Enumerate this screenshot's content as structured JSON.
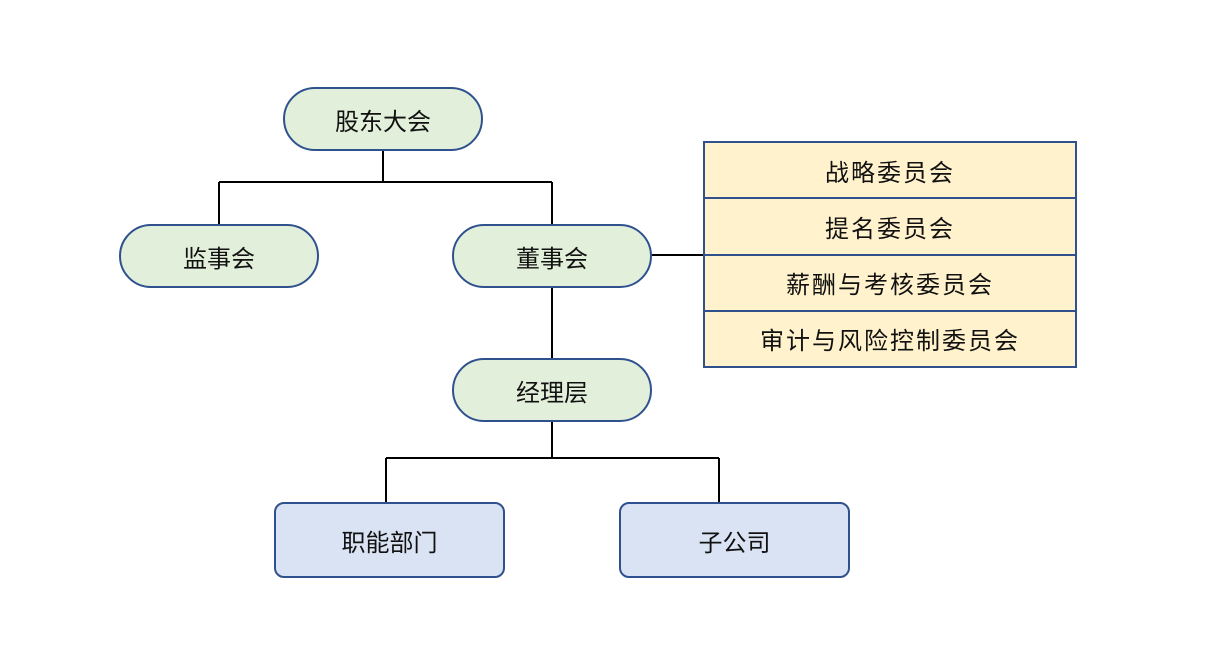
{
  "nodes": {
    "shareholders": "股东大会",
    "supervisory_board": "监事会",
    "board": "董事会",
    "management": "经理层",
    "functional_departments": "职能部门",
    "subsidiaries": "子公司"
  },
  "committees": [
    "战略委员会",
    "提名委员会",
    "薪酬与考核委员会",
    "审计与风险控制委员会"
  ],
  "colors": {
    "border": "#2f528f",
    "upper_fill": "#e2efda",
    "lower_fill": "#dae3f3",
    "committee_fill": "#fff2cc",
    "connector": "#000000"
  }
}
